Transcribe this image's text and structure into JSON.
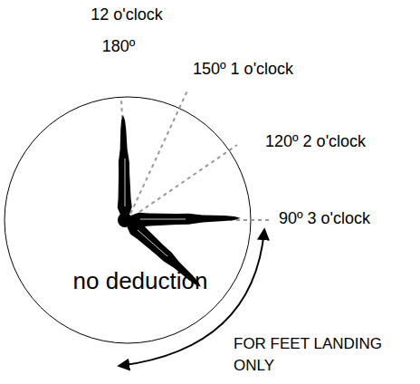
{
  "diagram": {
    "labels": [
      "12 o'clock",
      "180º",
      "150º 1 o'clock",
      "120º 2 o'clock",
      "90º 3 o'clock",
      "no deduction",
      "FOR FEET LANDING ONLY"
    ]
  }
}
